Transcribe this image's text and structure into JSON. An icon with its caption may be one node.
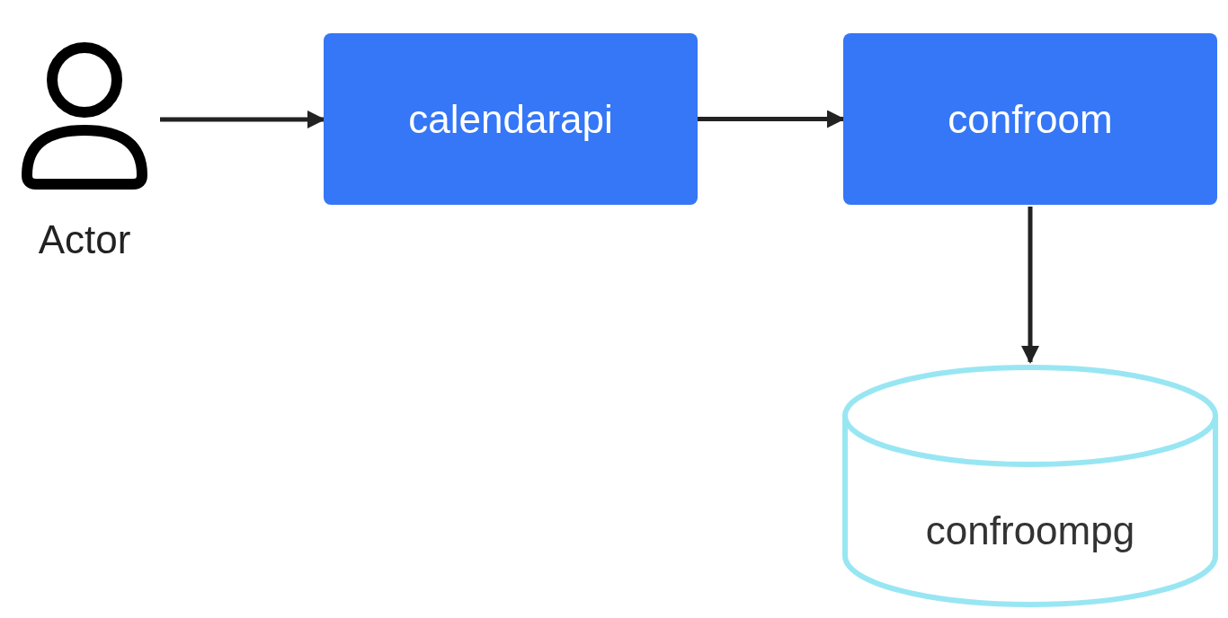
{
  "diagram": {
    "nodes": [
      {
        "text": [
          "Actor"
        ]
      },
      {
        "text": [
          "calendarapi"
        ]
      },
      {
        "text": [
          "confroom"
        ]
      },
      {
        "text": [
          "confroompg"
        ]
      }
    ],
    "edges": [
      {
        "from": 0,
        "to": 1,
        "arrow": "to"
      },
      {
        "from": 1,
        "to": 2,
        "arrow": "to"
      },
      {
        "from": 2,
        "to": 3,
        "arrow": "to"
      }
    ]
  }
}
